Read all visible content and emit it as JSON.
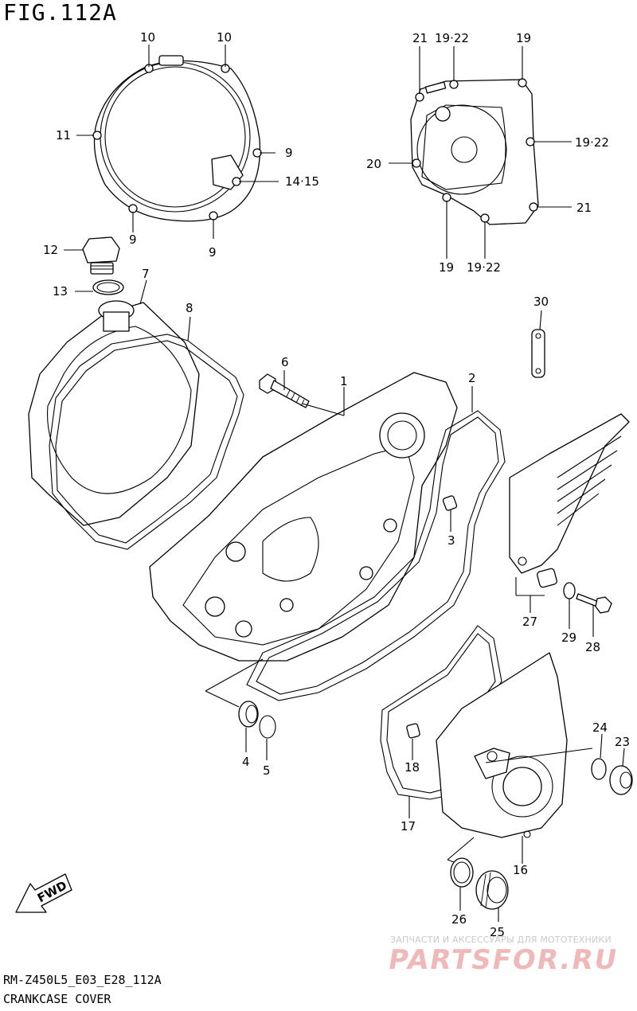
{
  "diagram": {
    "figure_title": "FIG.112A",
    "model_code": "RM-Z450L5_E03_E28_112A",
    "section_name": "CRANKCASE COVER",
    "fwd_label": "FWD",
    "watermark_tagline": "ЗАПЧАСТИ И АКСЕССУАРЫ ДЛЯ МОТОТЕХНИКИ",
    "watermark_brand": "PARTSFOR.RU",
    "callouts": {
      "c1": "1",
      "c2": "2",
      "c3": "3",
      "c4": "4",
      "c5": "5",
      "c6": "6",
      "c7": "7",
      "c8": "8",
      "c9a": "9",
      "c9b": "9",
      "c9c": "9",
      "c10a": "10",
      "c10b": "10",
      "c11": "11",
      "c12": "12",
      "c13": "13",
      "c14": "14·15",
      "c16": "16",
      "c17": "17",
      "c18": "18",
      "c19a": "19",
      "c19b": "19·22",
      "c19c": "19·22",
      "c19d": "19",
      "c19e": "19·22",
      "c20": "20",
      "c21a": "21",
      "c21b": "21",
      "c23": "23",
      "c24": "24",
      "c25": "25",
      "c26": "26",
      "c27": "27",
      "c28": "28",
      "c29": "29",
      "c30": "30"
    }
  }
}
